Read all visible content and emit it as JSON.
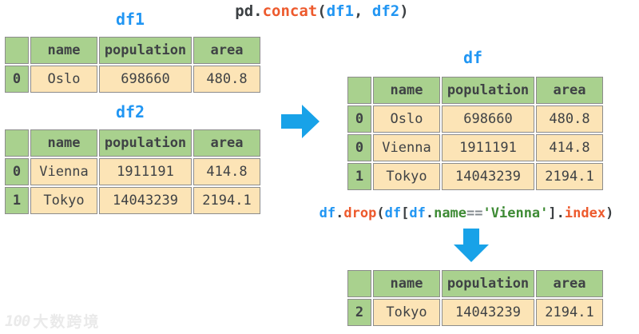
{
  "title_code": {
    "tokens": [
      {
        "text": "pd.",
        "color": "plain"
      },
      {
        "text": "concat",
        "color": "function"
      },
      {
        "text": "(",
        "color": "plain"
      },
      {
        "text": "df1",
        "color": "variable"
      },
      {
        "text": ", ",
        "color": "plain"
      },
      {
        "text": "df2",
        "color": "variable"
      },
      {
        "text": ")",
        "color": "plain"
      }
    ]
  },
  "drop_code": {
    "tokens": [
      {
        "text": "df",
        "color": "variable"
      },
      {
        "text": ".",
        "color": "plain"
      },
      {
        "text": "drop",
        "color": "function"
      },
      {
        "text": "(",
        "color": "plain"
      },
      {
        "text": "df",
        "color": "variable"
      },
      {
        "text": "[",
        "color": "plain"
      },
      {
        "text": "df",
        "color": "variable"
      },
      {
        "text": ".",
        "color": "plain"
      },
      {
        "text": "name",
        "color": "string"
      },
      {
        "text": "==",
        "color": "operator"
      },
      {
        "text": "'Vienna'",
        "color": "string"
      },
      {
        "text": "].",
        "color": "plain"
      },
      {
        "text": "index",
        "color": "function"
      },
      {
        "text": ")",
        "color": "plain"
      }
    ]
  },
  "tables": {
    "df1": {
      "label": "df1",
      "headers": [
        "",
        "name",
        "population",
        "area"
      ],
      "rows": [
        [
          "0",
          "Oslo",
          "698660",
          "480.8"
        ]
      ]
    },
    "df2": {
      "label": "df2",
      "headers": [
        "",
        "name",
        "population",
        "area"
      ],
      "rows": [
        [
          "0",
          "Vienna",
          "1911191",
          "414.8"
        ],
        [
          "1",
          "Tokyo",
          "14043239",
          "2194.1"
        ]
      ]
    },
    "df": {
      "label": "df",
      "headers": [
        "",
        "name",
        "population",
        "area"
      ],
      "rows": [
        [
          "0",
          "Oslo",
          "698660",
          "480.8"
        ],
        [
          "0",
          "Vienna",
          "1911191",
          "414.8"
        ],
        [
          "1",
          "Tokyo",
          "14043239",
          "2194.1"
        ]
      ]
    },
    "result": {
      "headers": [
        "",
        "name",
        "population",
        "area"
      ],
      "rows": [
        [
          "2",
          "Tokyo",
          "14043239",
          "2194.1"
        ]
      ]
    }
  },
  "watermark": {
    "logo": "100",
    "text": "大数跨境"
  },
  "colors": {
    "header_green": "#A9D18E",
    "cell_tan": "#FCE4B6",
    "border_gray": "#8C8C8C",
    "accent_blue": "#2196F3",
    "arrow_blue": "#18A2E8",
    "code_orange": "#ED5A2D",
    "code_green": "#3E8B35",
    "code_dark": "#3C4043"
  }
}
